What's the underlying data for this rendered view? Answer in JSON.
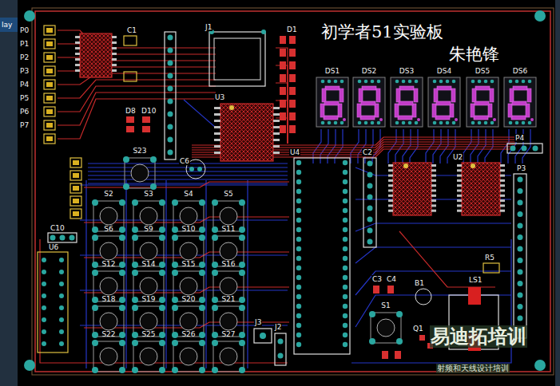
{
  "diagram": {
    "title": "初学者51实验板",
    "nodes": [
      {
        "text": [
          "DS1"
        ]
      },
      {
        "text": [
          "DS2"
        ]
      },
      {
        "text": [
          "DS3"
        ]
      },
      {
        "text": [
          "DS4"
        ]
      },
      {
        "text": [
          "DS5"
        ]
      },
      {
        "text": [
          "DS6"
        ]
      },
      {
        "text": [
          "S23"
        ]
      },
      {
        "text": [
          "S2"
        ]
      },
      {
        "text": [
          "S3"
        ]
      },
      {
        "text": [
          "S4"
        ]
      },
      {
        "text": [
          "S5"
        ]
      },
      {
        "text": [
          "S6"
        ]
      },
      {
        "text": [
          "S9"
        ]
      },
      {
        "text": [
          "S10"
        ]
      },
      {
        "text": [
          "S11"
        ]
      },
      {
        "text": [
          "S12"
        ]
      },
      {
        "text": [
          "S14"
        ]
      },
      {
        "text": [
          "S15"
        ]
      },
      {
        "text": [
          "S16"
        ]
      },
      {
        "text": [
          "S1"
        ]
      },
      {
        "text": [
          "S18"
        ]
      },
      {
        "text": [
          "S19"
        ]
      },
      {
        "text": [
          "S20"
        ]
      },
      {
        "text": [
          "S21"
        ]
      },
      {
        "text": [
          "S22"
        ]
      },
      {
        "text": [
          "S25"
        ]
      },
      {
        "text": [
          "S26"
        ]
      },
      {
        "text": [
          "S27"
        ]
      }
    ],
    "labels": [
      "lay",
      "朱艳锋",
      "J1",
      "D1",
      "C1",
      "U3",
      "D8",
      "D10",
      "C6",
      "U4",
      "C2",
      "U2",
      "P4",
      "P3",
      "C10",
      "R5",
      "C3",
      "C4",
      "B1",
      "LS1",
      "Q1",
      "J3",
      "J2",
      "U6",
      "P0",
      "P1",
      "P2",
      "P3",
      "P4",
      "P5",
      "P6",
      "P7",
      "易迪拓培训",
      "射频和天线设计培训"
    ]
  }
}
